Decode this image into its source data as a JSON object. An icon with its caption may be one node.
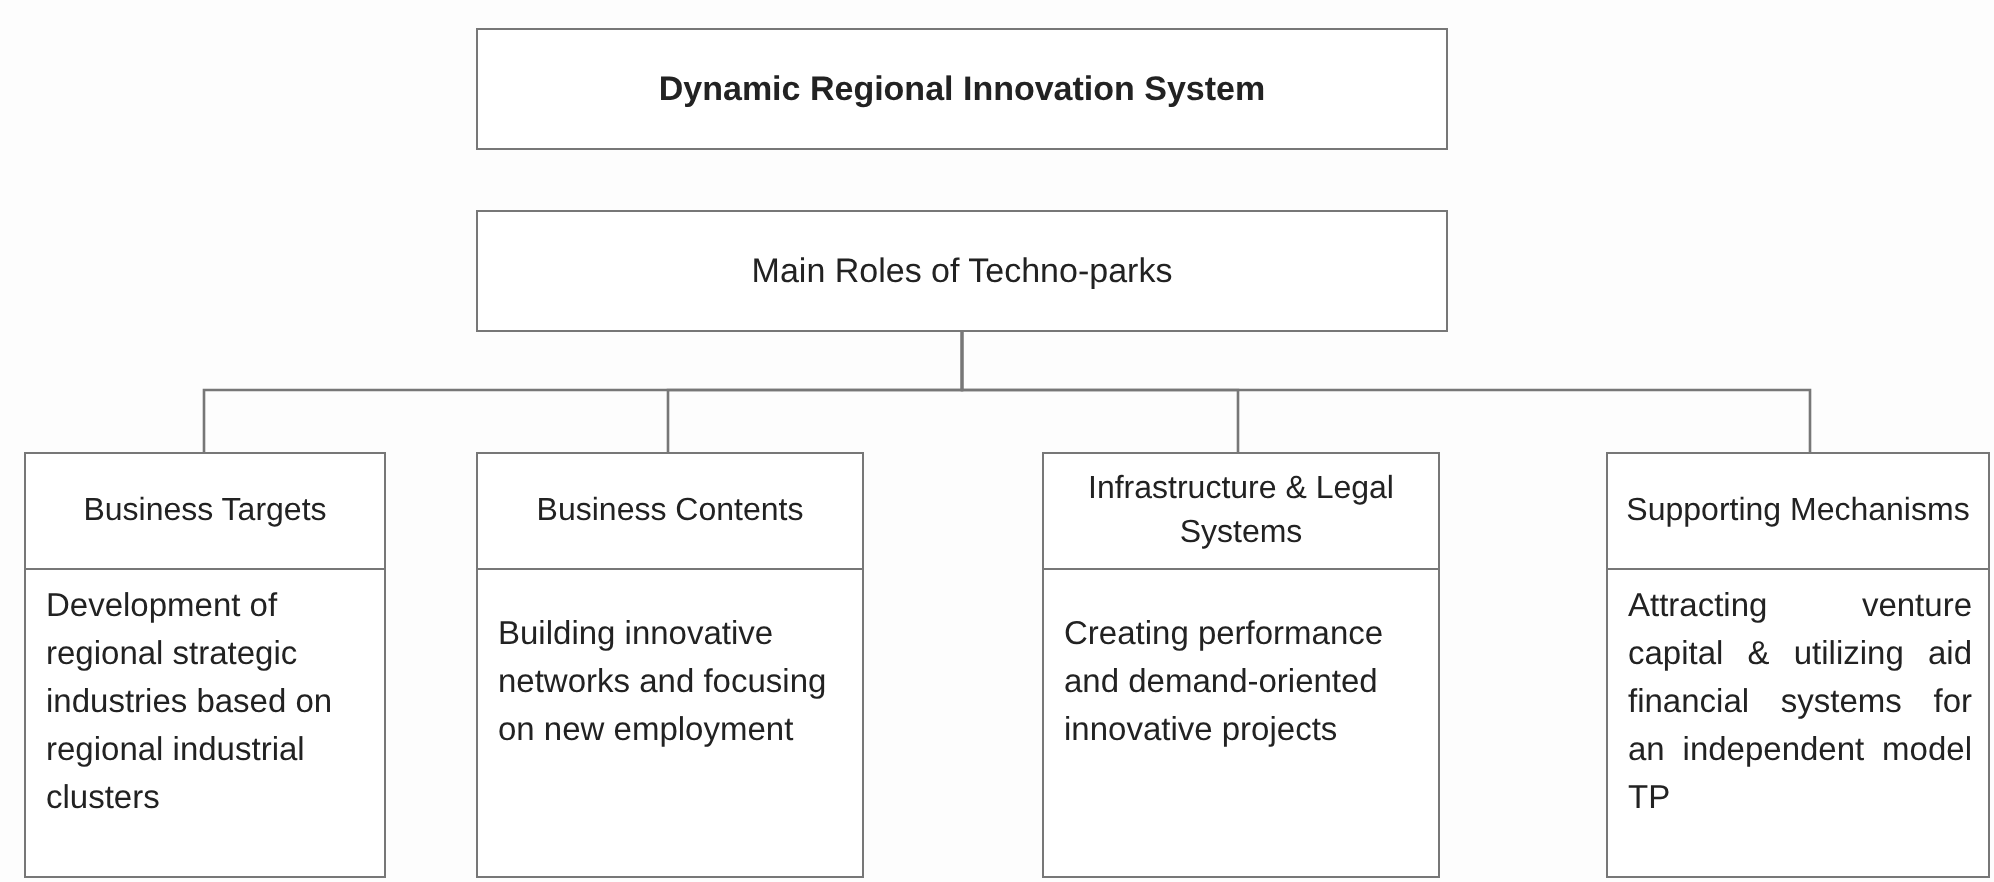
{
  "diagram": {
    "nodes": [
      {
        "text": [
          "Dynamic Regional Innovation System"
        ]
      },
      {
        "text": [
          "Main Roles of Techno-parks"
        ]
      },
      {
        "text": [
          "Business Targets",
          "Development of regional strategic industries based on regional industrial clusters"
        ]
      },
      {
        "text": [
          "Business Contents",
          "Building innovative networks and focusing on new employment"
        ]
      },
      {
        "text": [
          "Infrastructure & Legal Systems",
          "Creating performance and demand-oriented innovative projects"
        ]
      },
      {
        "text": [
          "Supporting Mechanisms",
          "Attracting venture capital & utilizing aid financial systems for an independent model TP"
        ]
      }
    ],
    "edges": [
      {
        "from": 1,
        "to": 2,
        "arrow": "none"
      },
      {
        "from": 1,
        "to": 3,
        "arrow": "none"
      },
      {
        "from": 1,
        "to": 4,
        "arrow": "none"
      },
      {
        "from": 1,
        "to": 5,
        "arrow": "none"
      }
    ]
  }
}
